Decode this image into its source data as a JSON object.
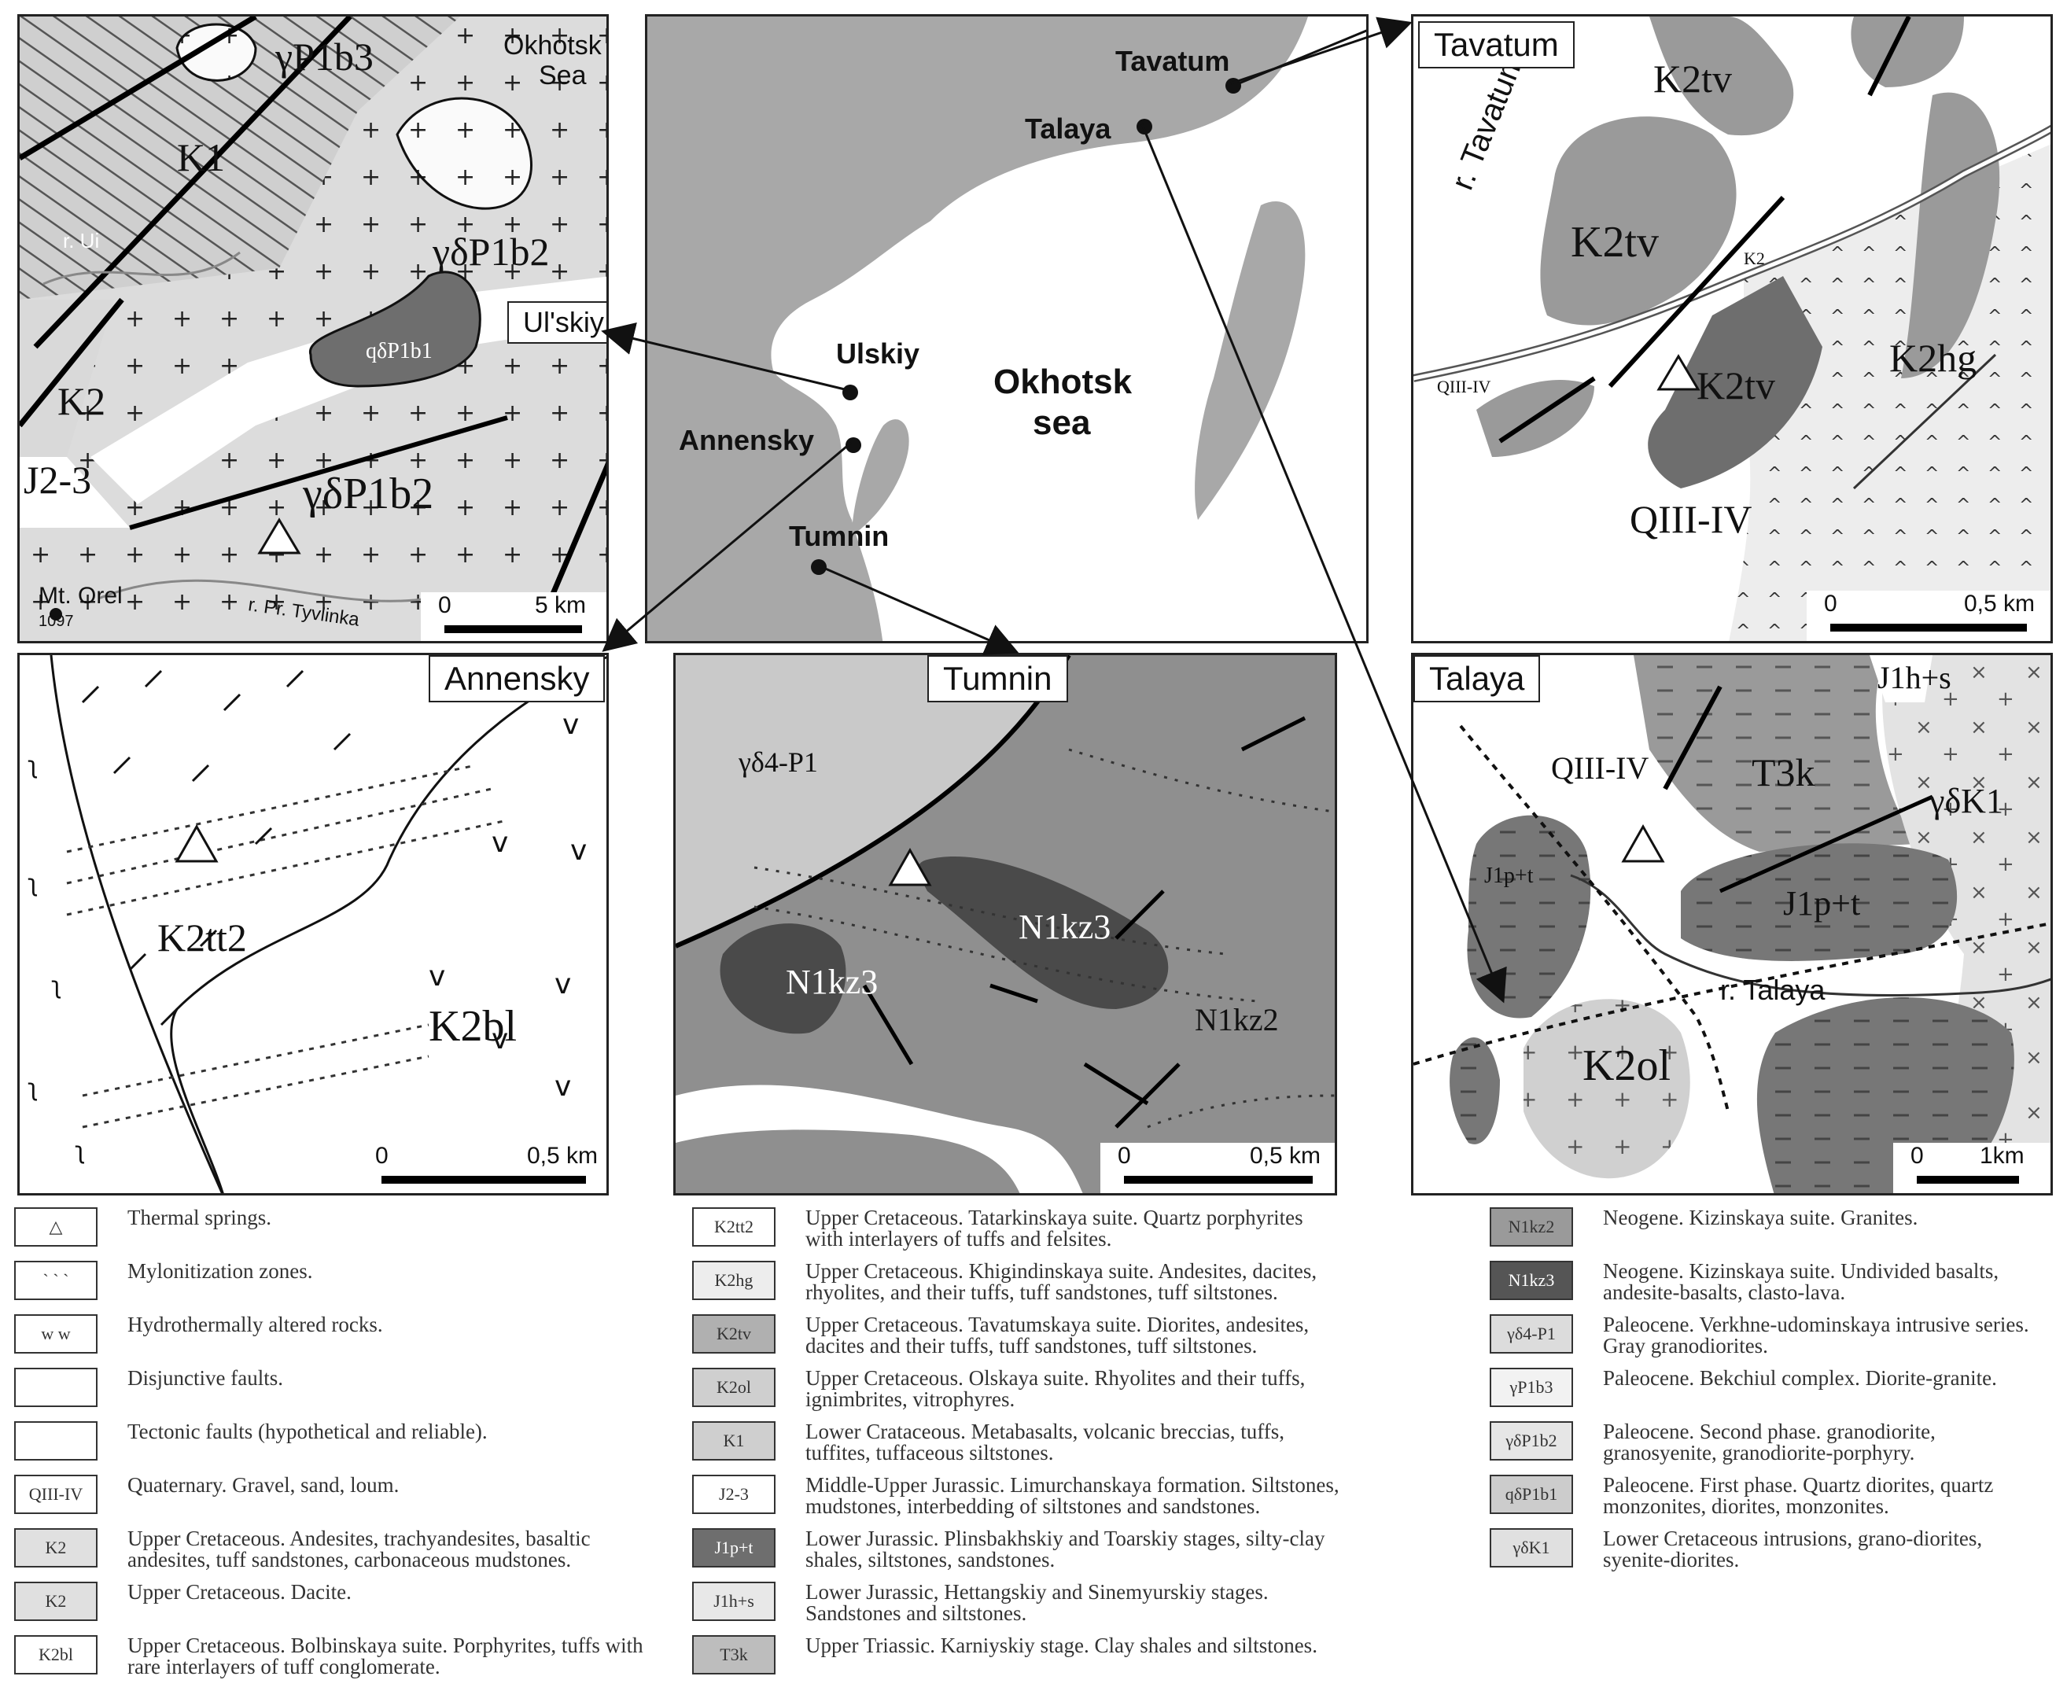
{
  "overview": {
    "sea_label_1": "Okhotsk",
    "sea_label_2": "sea",
    "sites": [
      {
        "name": "Tavatum"
      },
      {
        "name": "Talaya"
      },
      {
        "name": "Ulskiy"
      },
      {
        "name": "Annensky"
      },
      {
        "name": "Tumnin"
      }
    ]
  },
  "panels": {
    "ulskiy": {
      "title": "Ul'skiy",
      "sea_1": "Okhotsk",
      "sea_2": "Sea",
      "river": "r. Ui",
      "river2": "r. Pr. Tyvlinka",
      "mountain": "Mt. Orel",
      "elevation": "1097",
      "units": [
        "γP1b3",
        "K1",
        "γδP1b2",
        "qδP1b1",
        "K2",
        "J2-3",
        "γδP1b2"
      ],
      "scale_start": "0",
      "scale_end": "5 km"
    },
    "tavatum": {
      "title": "Tavatum",
      "river": "r. Tavatum",
      "units": [
        "K2tv",
        "K2tv",
        "K2tv",
        "K2hg",
        "K2",
        "QIII-IV",
        "QIII-IV"
      ],
      "scale_start": "0",
      "scale_end": "0,5 km"
    },
    "annensky": {
      "title": "Annensky",
      "units": [
        "K2tt2",
        "K2bl"
      ],
      "scale_start": "0",
      "scale_end": "0,5 km"
    },
    "tumnin": {
      "title": "Tumnin",
      "units": [
        "γδ4-P1",
        "N1kz3",
        "N1kz3",
        "N1kz2"
      ],
      "scale_start": "0",
      "scale_end": "0,5 km"
    },
    "talaya": {
      "title": "Talaya",
      "river": "r. Talaya",
      "units": [
        "J1h+s",
        "QIII-IV",
        "T3k",
        "γδK1",
        "J1p+t",
        "J1p+t",
        "K2ol"
      ],
      "scale_start": "0",
      "scale_end": "1km"
    }
  },
  "legend": {
    "col1": [
      {
        "swatch": "△",
        "text": "Thermal springs."
      },
      {
        "swatch": "` ` `",
        "text": "Mylonitization zones."
      },
      {
        "swatch": "w w",
        "text": "Hydrothermally altered rocks."
      },
      {
        "swatch": "",
        "text": "Disjunctive faults."
      },
      {
        "swatch": "",
        "text": "Tectonic faults (hypothetical and reliable)."
      },
      {
        "swatch": "QIII-IV",
        "text": "Quaternary. Gravel, sand, loum."
      },
      {
        "swatch": "K2",
        "text": "Upper Cretaceous. Andesites, trachyandesites, basaltic andesites, tuff sandstones, carbonaceous mudstones."
      },
      {
        "swatch": "K2",
        "text": "Upper Cretaceous. Dacite."
      },
      {
        "swatch": "K2bl",
        "text": "Upper Cretaceous. Bolbinskaya suite. Porphyrites, tuffs with rare interlayers of tuff conglomerate."
      }
    ],
    "col2": [
      {
        "swatch": "K2tt2",
        "text": "Upper Cretaceous. Tatarkinskaya suite. Quartz porphyrites with interlayers of tuffs and felsites."
      },
      {
        "swatch": "K2hg",
        "text": "Upper Cretaceous. Khigindinskaya suite. Andesites, dacites, rhyolites, and their tuffs, tuff sandstones, tuff siltstones."
      },
      {
        "swatch": "K2tv",
        "text": "Upper Cretaceous. Tavatumskaya suite. Diorites, andesites, dacites and their tuffs, tuff sandstones, tuff siltstones."
      },
      {
        "swatch": "K2ol",
        "text": "Upper Cretaceous. Olskaya suite. Rhyolites and their tuffs, ignimbrites, vitrophyres."
      },
      {
        "swatch": "K1",
        "text": "Lower Crataceous. Metabasalts, volcanic breccias, tuffs, tuffites, tuffaceous siltstones."
      },
      {
        "swatch": "J2-3",
        "text": "Middle-Upper Jurassic. Limurchanskaya formation. Siltstones, mudstones, interbedding of siltstones and sandstones."
      },
      {
        "swatch": "J1p+t",
        "text": "Lower Jurassic. Plinsbakhskiy and Toarskiy stages, silty-clay shales, siltstones, sandstones."
      },
      {
        "swatch": "J1h+s",
        "text": "Lower Jurassic, Hettangskiy and Sinemyurskiy stages. Sandstones and siltstones."
      },
      {
        "swatch": "T3k",
        "text": "Upper Triassic. Karniyskiy stage. Clay shales and siltstones."
      }
    ],
    "col3": [
      {
        "swatch": "N1kz2",
        "text": "Neogene. Kizinskaya suite. Granites."
      },
      {
        "swatch": "N1kz3",
        "text": "Neogene. Kizinskaya suite. Undivided basalts, andesite-basalts, clasto-lava."
      },
      {
        "swatch": "γδ4-P1",
        "text": "Paleocene. Verkhne-udominskaya intrusive series. Gray granodiorites."
      },
      {
        "swatch": "γP1b3",
        "text": "Paleocene. Bekchiul complex. Diorite-granite."
      },
      {
        "swatch": "γδP1b2",
        "text": "Paleocene. Second phase. granodiorite, granosyenite, granodiorite-porphyry."
      },
      {
        "swatch": "qδP1b1",
        "text": "Paleocene. First phase. Quartz diorites, quartz monzonites, diorites, monzonites."
      },
      {
        "swatch": "γδK1",
        "text": "Lower Cretaceous intrusions, grano-diorites, syenite-diorites."
      }
    ]
  },
  "colors": {
    "land": "#a8a8a8",
    "sea": "#ffffff",
    "dark_unit": "#6e6e6e",
    "mid_unit": "#9a9a9a",
    "light_unit": "#d4d4d4"
  }
}
